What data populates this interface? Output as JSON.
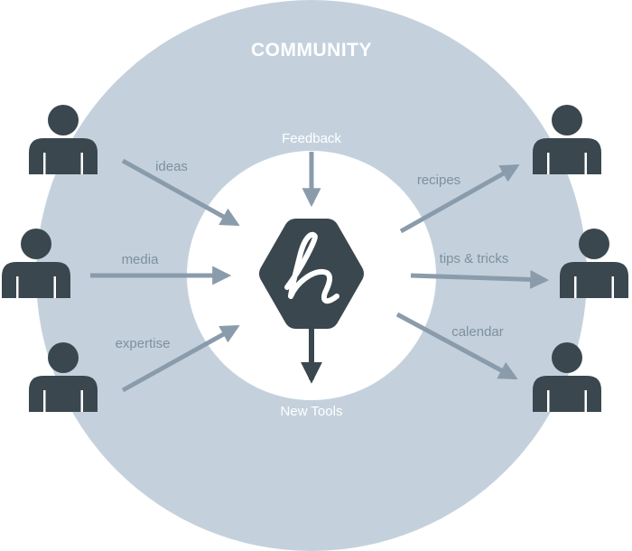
{
  "title": "COMMUNITY",
  "center": {
    "logo_letter": "h",
    "feedback_label": "Feedback",
    "output_label": "New Tools"
  },
  "inputs": [
    {
      "id": "ideas",
      "label": "ideas"
    },
    {
      "id": "media",
      "label": "media"
    },
    {
      "id": "expertise",
      "label": "expertise"
    }
  ],
  "outputs": [
    {
      "id": "recipes",
      "label": "recipes"
    },
    {
      "id": "tips",
      "label": "tips & tricks"
    },
    {
      "id": "calendar",
      "label": "calendar"
    }
  ],
  "icons": {
    "person": "person-icon",
    "logo": "hexagon-logo-icon"
  },
  "colors": {
    "community_ring": "#c4d1dd",
    "center_circle": "#ffffff",
    "dark": "#3a474e",
    "arrow": "#8a9cab",
    "label": "#7e8f9d",
    "title": "#ffffff"
  }
}
